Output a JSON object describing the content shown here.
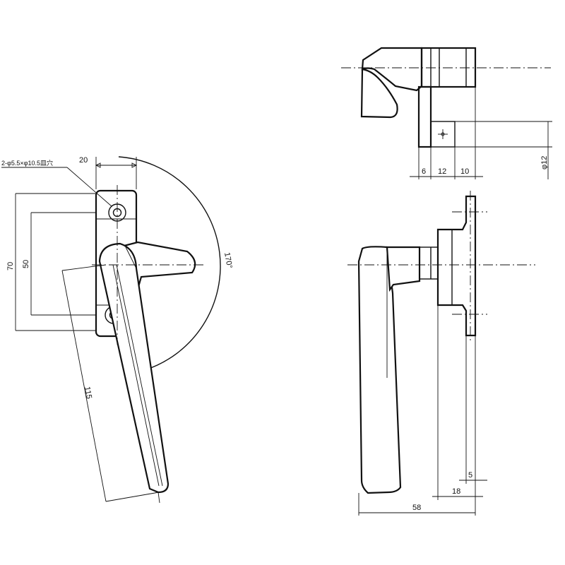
{
  "labels": {
    "hole_note": "2-φ5.5×φ10.5皿穴",
    "front_width": "20",
    "front_h70": "70",
    "front_h50": "50",
    "front_len115": "115",
    "front_angle": "170°",
    "top_d6": "6",
    "top_d12": "12",
    "top_d10": "10",
    "top_dia12": "φ12",
    "side_d5": "5",
    "side_d18": "18",
    "side_d58": "58"
  }
}
